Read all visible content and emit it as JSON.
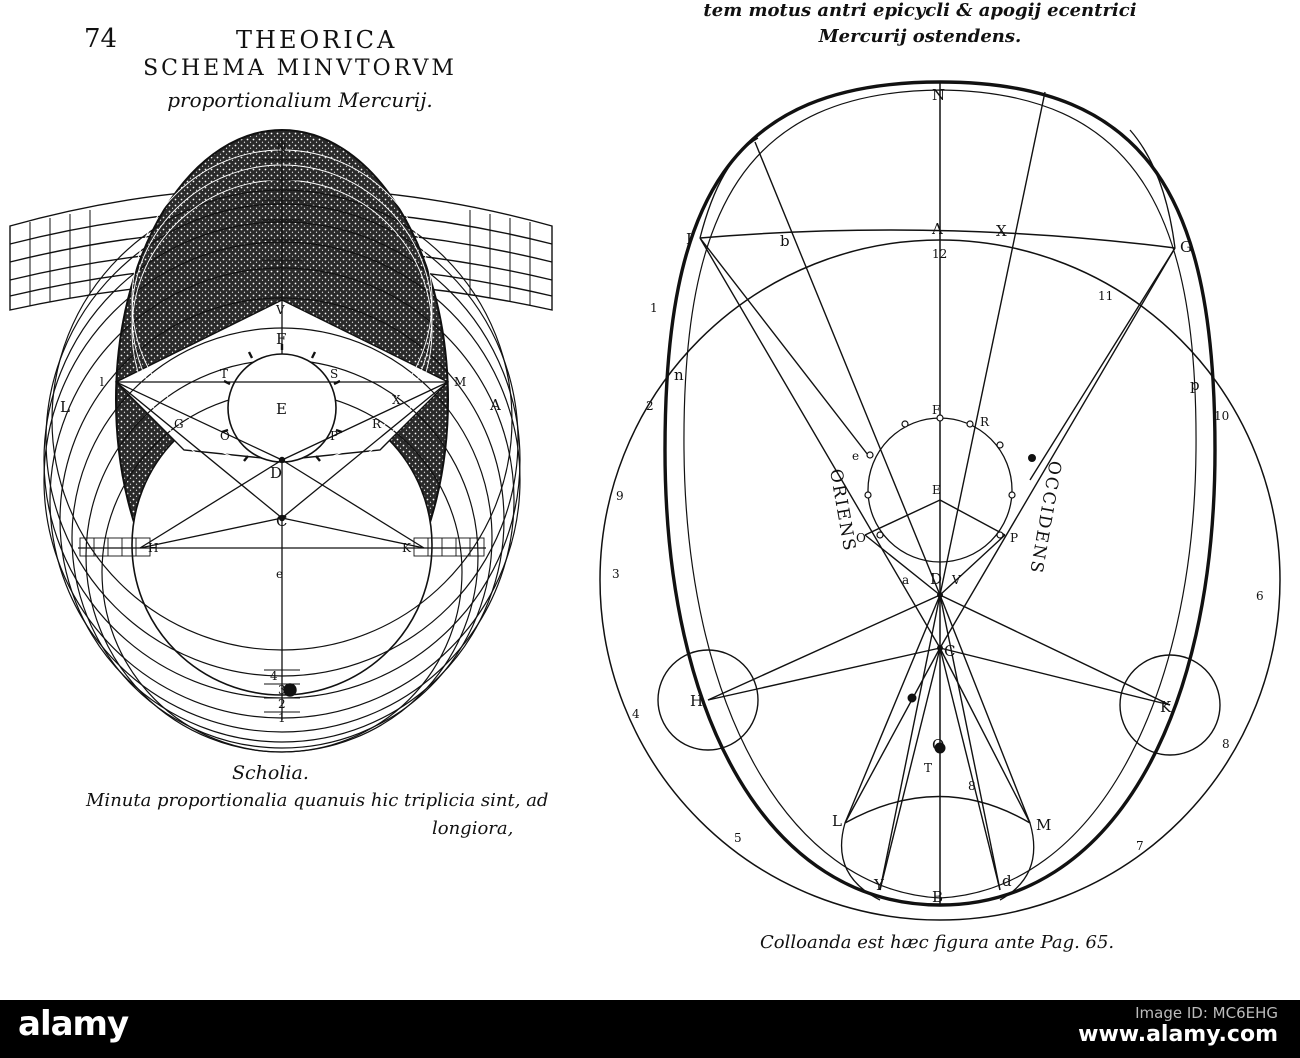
{
  "left_page": {
    "page_number": "74",
    "running_head": "THEORICA",
    "title": "SCHEMA MINVTORVM",
    "subtitle": "proportionalium Mercurij.",
    "scholia_heading": "Scholia.",
    "scholia_line1": "Minuta proportionalia quanuis hic triplicia sint, ad",
    "scholia_line2": "longiora,",
    "labels": {
      "F": "F",
      "T": "T",
      "S": "S",
      "E": "E",
      "G": "G",
      "R": "R",
      "O": "O",
      "P": "P",
      "D": "D",
      "C": "C",
      "e": "e",
      "L": "L",
      "l": "l",
      "M": "M",
      "X": "X",
      "A": "A",
      "H": "H",
      "K": "K",
      "V": "V",
      "N": "N"
    },
    "scale_numbers": [
      "1",
      "2",
      "3",
      "4"
    ]
  },
  "right_page": {
    "header_line1": "tem motus antri epicycli & apogij ecentrici",
    "header_line2": "Mercurij ostendens.",
    "footer": "Colloanda est hæc figura ante Pag. 65.",
    "orient_label": "ORIENS",
    "occident_label": "OCCIDENS",
    "labels": {
      "N": "N",
      "A": "A",
      "X": "X",
      "b": "b",
      "I": "I",
      "G": "G",
      "12": "12",
      "11": "11",
      "n": "n",
      "p": "p",
      "F": "F",
      "R": "R",
      "E": "E",
      "e": "e",
      "O": "O",
      "P": "P",
      "D": "D",
      "V": "V",
      "a": "a",
      "C": "C",
      "H": "H",
      "K": "K",
      "Q": "Q",
      "T": "T",
      "8": "8",
      "L": "L",
      "M": "M",
      "Y": "Y",
      "B": "B",
      "d": "d",
      "1": "1",
      "2": "2",
      "3": "3",
      "4": "4",
      "5": "5",
      "6": "6",
      "7": "7",
      "9": "9",
      "10": "10"
    }
  },
  "watermark": {
    "brand": "alamy",
    "image_id_label": "Image ID: MC6EHG",
    "site": "www.alamy.com"
  }
}
